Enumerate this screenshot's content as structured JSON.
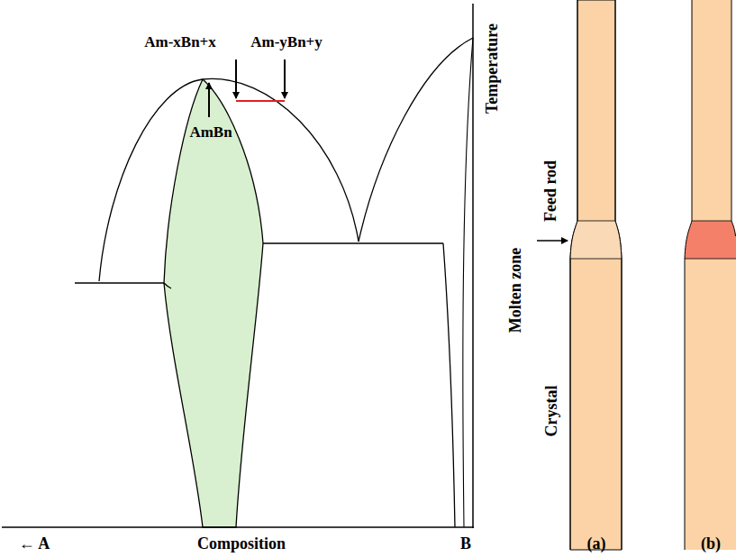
{
  "diagram": {
    "labels": [
      "Am-xBn+x",
      "Am-yBn+y",
      "AmBn",
      "Temperature",
      "Feed rod",
      "Molten zone",
      "Crystal",
      "(a)",
      "(b)",
      "← A",
      "Composition",
      "B"
    ]
  }
}
